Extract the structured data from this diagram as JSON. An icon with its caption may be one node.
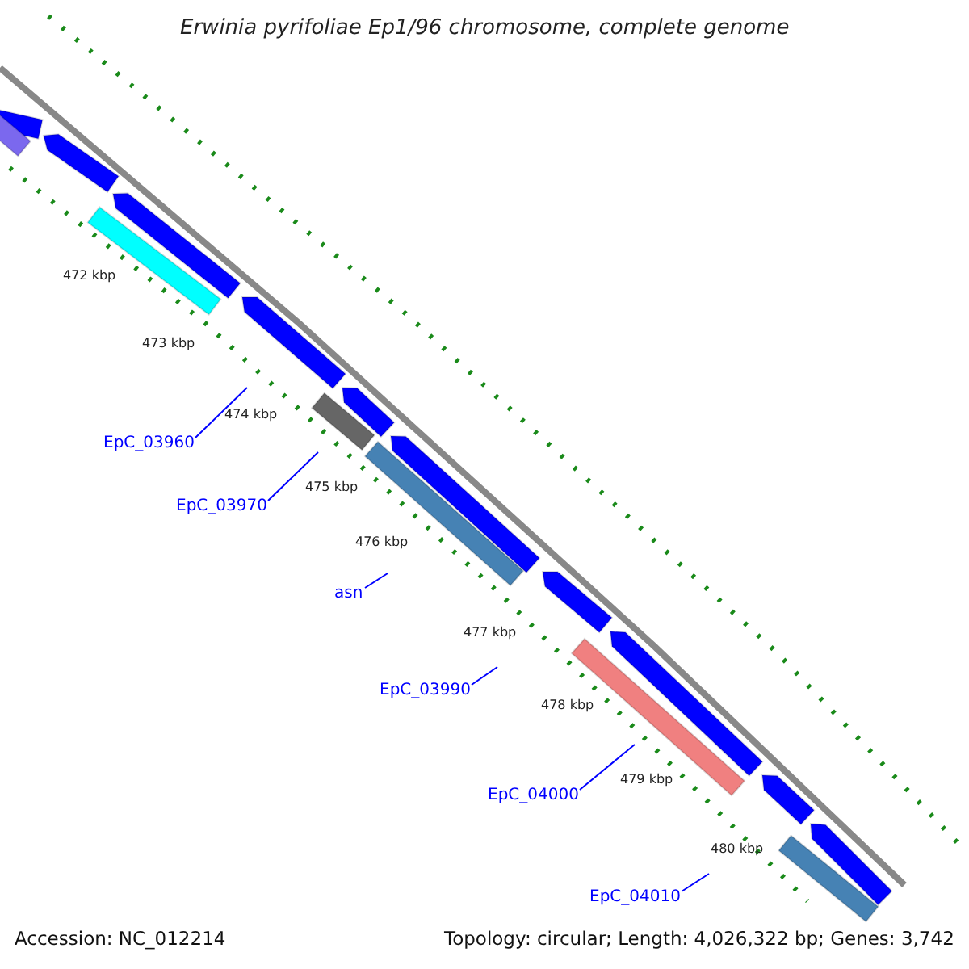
{
  "diagram": {
    "title": "Erwinia pyrifoliae Ep1/96 chromosome, complete genome",
    "nodes": [
      {
        "text": [
          "EpC_03960"
        ]
      },
      {
        "text": [
          "EpC_03970"
        ]
      },
      {
        "text": [
          "asn"
        ]
      },
      {
        "text": [
          "EpC_03990"
        ]
      },
      {
        "text": [
          "EpC_04000"
        ]
      },
      {
        "text": [
          "EpC_04010"
        ]
      }
    ],
    "edges": [
      {
        "from": 0,
        "to": null,
        "arrow": "none"
      },
      {
        "from": 1,
        "to": null,
        "arrow": "none"
      },
      {
        "from": 2,
        "to": null,
        "arrow": "none"
      },
      {
        "from": 3,
        "to": null,
        "arrow": "none"
      },
      {
        "from": 4,
        "to": null,
        "arrow": "none"
      },
      {
        "from": 5,
        "to": null,
        "arrow": "none"
      }
    ],
    "labels": [
      "472 kbp",
      "473 kbp",
      "474 kbp",
      "475 kbp",
      "476 kbp",
      "477 kbp",
      "478 kbp",
      "479 kbp",
      "480 kbp",
      "Accession: NC_012214",
      "Topology: circular; Length: 4,026,322 bp; Genes: 3,742"
    ]
  }
}
